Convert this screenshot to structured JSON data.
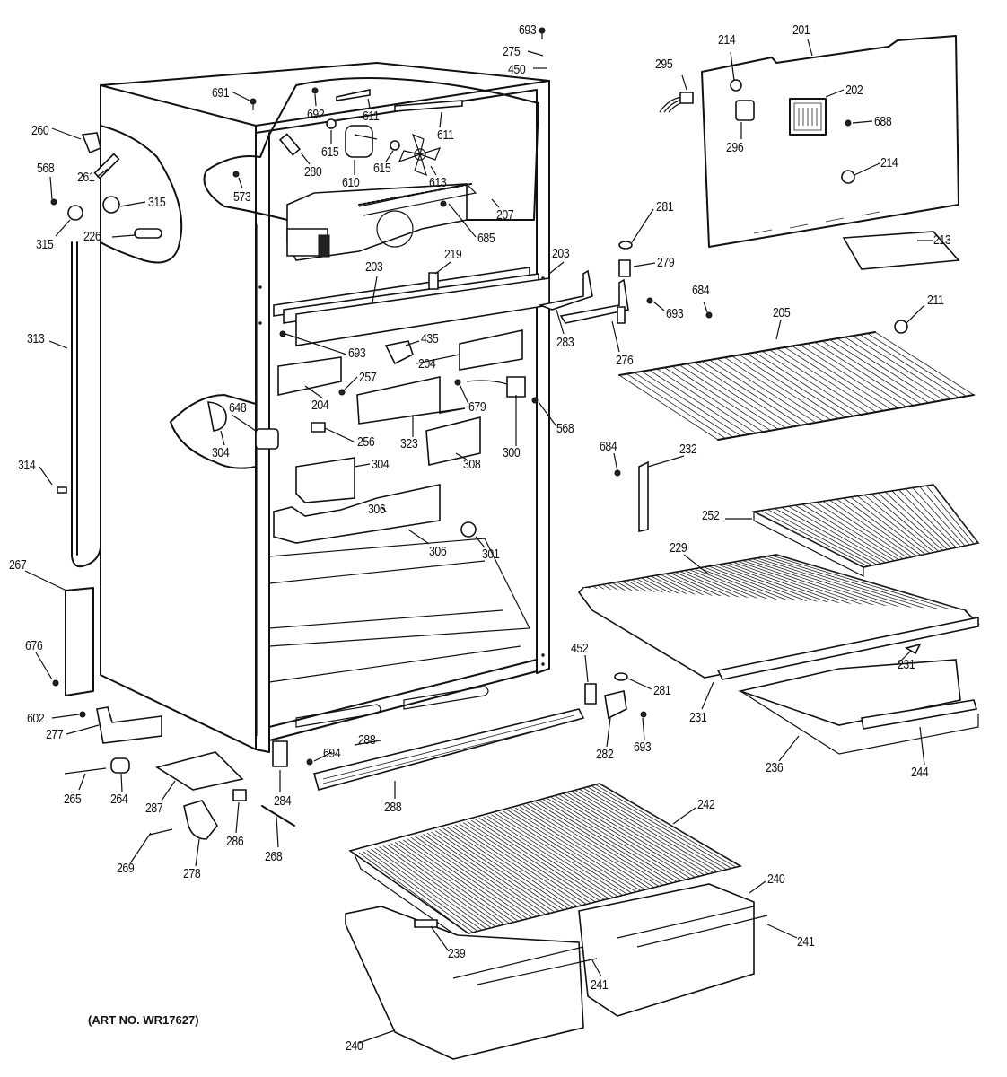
{
  "diagram": {
    "title": "Refrigerator cabinet exploded parts diagram",
    "art_number": "(ART NO. WR17627)",
    "labels": [
      {
        "id": "693-top",
        "text": "693"
      },
      {
        "id": "275",
        "text": "275"
      },
      {
        "id": "450",
        "text": "450"
      },
      {
        "id": "691",
        "text": "691"
      },
      {
        "id": "692",
        "text": "692"
      },
      {
        "id": "611-a",
        "text": "611"
      },
      {
        "id": "611-b",
        "text": "611"
      },
      {
        "id": "615-a",
        "text": "615"
      },
      {
        "id": "615-b",
        "text": "615"
      },
      {
        "id": "610",
        "text": "610"
      },
      {
        "id": "613",
        "text": "613"
      },
      {
        "id": "280",
        "text": "280"
      },
      {
        "id": "573",
        "text": "573"
      },
      {
        "id": "207",
        "text": "207"
      },
      {
        "id": "685",
        "text": "685"
      },
      {
        "id": "260",
        "text": "260"
      },
      {
        "id": "261",
        "text": "261"
      },
      {
        "id": "568-a",
        "text": "568"
      },
      {
        "id": "315-a",
        "text": "315"
      },
      {
        "id": "315-b",
        "text": "315"
      },
      {
        "id": "226",
        "text": "226"
      },
      {
        "id": "313",
        "text": "313"
      },
      {
        "id": "314",
        "text": "314"
      },
      {
        "id": "214-a",
        "text": "214"
      },
      {
        "id": "201",
        "text": "201"
      },
      {
        "id": "295",
        "text": "295"
      },
      {
        "id": "202",
        "text": "202"
      },
      {
        "id": "688",
        "text": "688"
      },
      {
        "id": "296",
        "text": "296"
      },
      {
        "id": "214-b",
        "text": "214"
      },
      {
        "id": "213",
        "text": "213"
      },
      {
        "id": "281-a",
        "text": "281"
      },
      {
        "id": "279",
        "text": "279"
      },
      {
        "id": "684-a",
        "text": "684"
      },
      {
        "id": "693-b",
        "text": "693"
      },
      {
        "id": "211",
        "text": "211"
      },
      {
        "id": "205",
        "text": "205"
      },
      {
        "id": "203-a",
        "text": "203"
      },
      {
        "id": "203-b",
        "text": "203"
      },
      {
        "id": "219",
        "text": "219"
      },
      {
        "id": "283",
        "text": "283"
      },
      {
        "id": "276",
        "text": "276"
      },
      {
        "id": "693-c",
        "text": "693"
      },
      {
        "id": "435",
        "text": "435"
      },
      {
        "id": "204-a",
        "text": "204"
      },
      {
        "id": "204-b",
        "text": "204"
      },
      {
        "id": "257",
        "text": "257"
      },
      {
        "id": "679",
        "text": "679"
      },
      {
        "id": "568-b",
        "text": "568"
      },
      {
        "id": "648",
        "text": "648"
      },
      {
        "id": "304-a",
        "text": "304"
      },
      {
        "id": "256",
        "text": "256"
      },
      {
        "id": "323",
        "text": "323"
      },
      {
        "id": "300",
        "text": "300"
      },
      {
        "id": "304-b",
        "text": "304"
      },
      {
        "id": "308",
        "text": "308"
      },
      {
        "id": "306-a",
        "text": "306"
      },
      {
        "id": "306-b",
        "text": "306"
      },
      {
        "id": "301",
        "text": "301"
      },
      {
        "id": "684-b",
        "text": "684"
      },
      {
        "id": "232",
        "text": "232"
      },
      {
        "id": "252",
        "text": "252"
      },
      {
        "id": "229",
        "text": "229"
      },
      {
        "id": "267",
        "text": "267"
      },
      {
        "id": "676",
        "text": "676"
      },
      {
        "id": "452",
        "text": "452"
      },
      {
        "id": "281-b",
        "text": "281"
      },
      {
        "id": "231-a",
        "text": "231"
      },
      {
        "id": "231-b",
        "text": "231"
      },
      {
        "id": "602",
        "text": "602"
      },
      {
        "id": "277",
        "text": "277"
      },
      {
        "id": "694",
        "text": "694"
      },
      {
        "id": "288-a",
        "text": "288"
      },
      {
        "id": "282",
        "text": "282"
      },
      {
        "id": "693-d",
        "text": "693"
      },
      {
        "id": "236",
        "text": "236"
      },
      {
        "id": "244",
        "text": "244"
      },
      {
        "id": "265",
        "text": "265"
      },
      {
        "id": "264",
        "text": "264"
      },
      {
        "id": "287",
        "text": "287"
      },
      {
        "id": "284",
        "text": "284"
      },
      {
        "id": "288-b",
        "text": "288"
      },
      {
        "id": "286",
        "text": "286"
      },
      {
        "id": "269",
        "text": "269"
      },
      {
        "id": "278",
        "text": "278"
      },
      {
        "id": "268",
        "text": "268"
      },
      {
        "id": "242",
        "text": "242"
      },
      {
        "id": "240-a",
        "text": "240"
      },
      {
        "id": "239",
        "text": "239"
      },
      {
        "id": "241-a",
        "text": "241"
      },
      {
        "id": "241-b",
        "text": "241"
      },
      {
        "id": "240-b",
        "text": "240"
      }
    ]
  }
}
